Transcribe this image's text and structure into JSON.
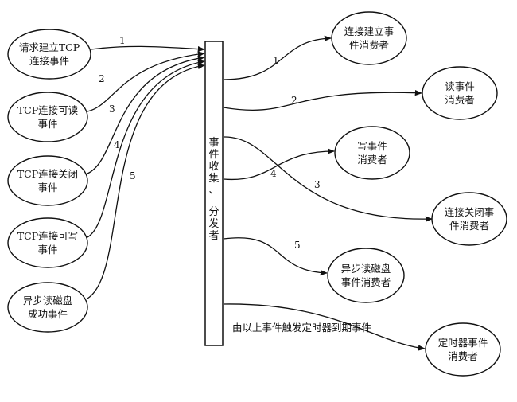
{
  "sources": [
    {
      "id": "s1",
      "label": [
        "请求建立TCP",
        "连接事件"
      ]
    },
    {
      "id": "s2",
      "label": [
        "TCP连接可读",
        "事件"
      ]
    },
    {
      "id": "s3",
      "label": [
        "TCP连接关闭",
        "事件"
      ]
    },
    {
      "id": "s4",
      "label": [
        "TCP连接可写",
        "事件"
      ]
    },
    {
      "id": "s5",
      "label": [
        "异步读磁盘",
        "成功事件"
      ]
    }
  ],
  "consumers": [
    {
      "id": "c1",
      "label": [
        "连接建立事",
        "件消费者"
      ]
    },
    {
      "id": "c2",
      "label": [
        "读事件",
        "消费者"
      ]
    },
    {
      "id": "c3",
      "label": [
        "写事件",
        "消费者"
      ]
    },
    {
      "id": "c4",
      "label": [
        "连接关闭事",
        "件消费者"
      ]
    },
    {
      "id": "c5",
      "label": [
        "异步读磁盘",
        "事件消费者"
      ]
    },
    {
      "id": "c6",
      "label": [
        "定时器事件",
        "消费者"
      ]
    }
  ],
  "collector": {
    "label": [
      "事",
      "件",
      "收",
      "集",
      "、",
      "分",
      "发",
      "者"
    ]
  },
  "input_numbers": [
    "1",
    "2",
    "3",
    "4",
    "5"
  ],
  "output_numbers": [
    "1",
    "2",
    "4",
    "3",
    "5"
  ],
  "timer_note": "由以上事件触发定时器到期事件"
}
